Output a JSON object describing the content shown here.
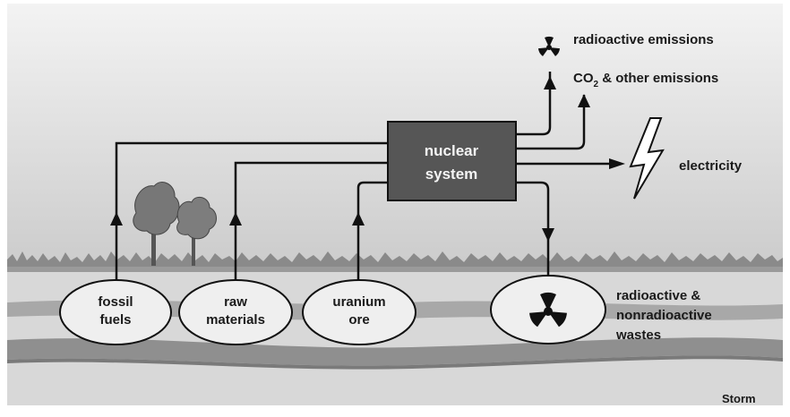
{
  "diagram": {
    "center_box": {
      "line1": "nuclear",
      "line2": "system"
    },
    "inputs": [
      {
        "line1": "fossil",
        "line2": "fuels"
      },
      {
        "line1": "raw",
        "line2": "materials"
      },
      {
        "line1": "uranium",
        "line2": "ore"
      }
    ],
    "waste": {
      "line1": "radioactive &",
      "line2": "nonradioactive",
      "line3": "wastes"
    },
    "outputs": {
      "radioactive": "radioactive emissions",
      "co2_prefix": "CO",
      "co2_sub": "2",
      "co2_suffix": " & other emissions",
      "electricity": "electricity"
    },
    "credit": "Storm"
  },
  "colors": {
    "sky_top": "#f1f1f1",
    "sky_bottom": "#cfcfcf",
    "ground": "#d7d7d7",
    "layer_dark": "#8e8e8e",
    "layer_mid": "#b5b5b5",
    "box": "#555555",
    "line": "#111111"
  }
}
